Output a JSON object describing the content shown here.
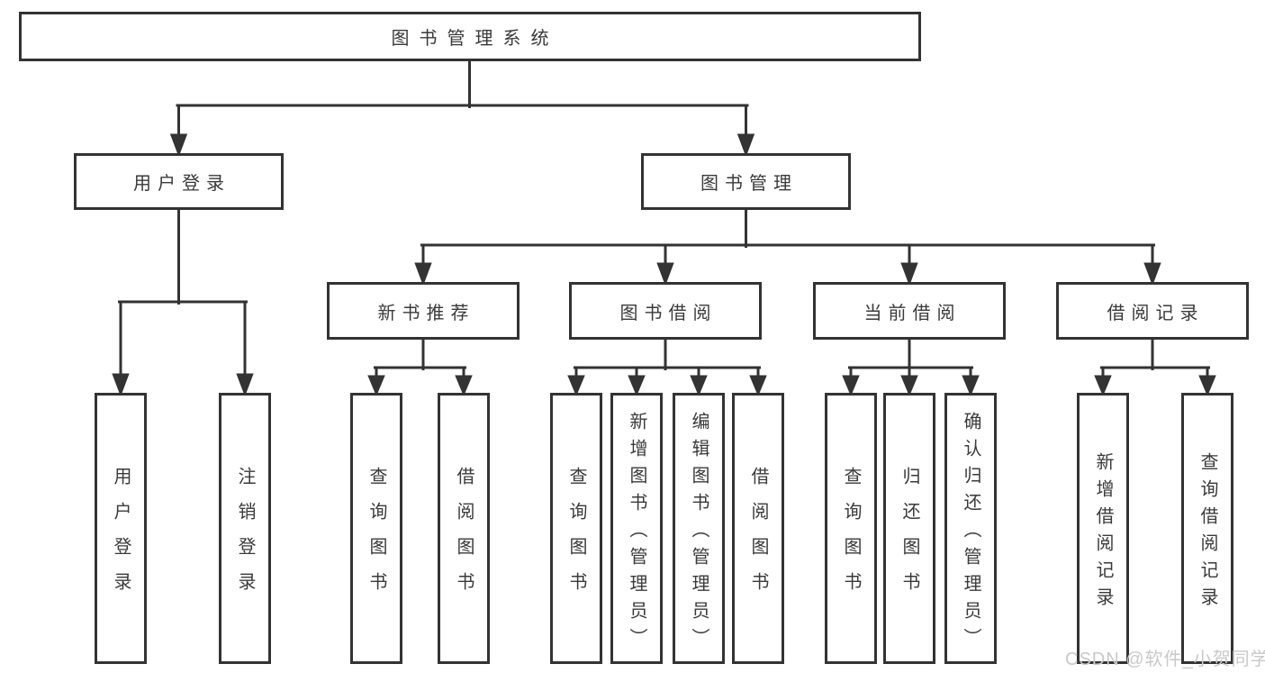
{
  "diagram": {
    "tree": {
      "label": "图书管理系统",
      "children": [
        {
          "label": "用户登录",
          "children": [
            {
              "label": "用户登录"
            },
            {
              "label": "注销登录"
            }
          ]
        },
        {
          "label": "图书管理",
          "children": [
            {
              "label": "新书推荐",
              "children": [
                {
                  "label": "查询图书"
                },
                {
                  "label": "借阅图书"
                }
              ]
            },
            {
              "label": "图书借阅",
              "children": [
                {
                  "label": "查询图书"
                },
                {
                  "label": "新增图书（管理员）"
                },
                {
                  "label": "编辑图书（管理员）"
                },
                {
                  "label": "借阅图书"
                }
              ]
            },
            {
              "label": "当前借阅",
              "children": [
                {
                  "label": "查询图书"
                },
                {
                  "label": "归还图书"
                },
                {
                  "label": "确认归还（管理员）"
                }
              ]
            },
            {
              "label": "借阅记录",
              "children": [
                {
                  "label": "新增借阅记录"
                },
                {
                  "label": "查询借阅记录"
                }
              ]
            }
          ]
        }
      ]
    },
    "watermark": "CSDN @软件_小贺同学"
  },
  "colors": {
    "line": "#333333",
    "box_border": "#333333",
    "text": "#3a3a3a",
    "background": "#ffffff",
    "watermark": "#c9c9c9"
  }
}
